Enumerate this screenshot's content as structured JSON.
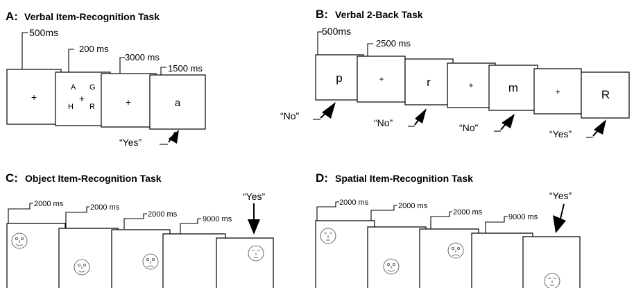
{
  "panels": {
    "a": {
      "letter": "A:",
      "title": "Verbal Item-Recognition Task",
      "timings": [
        "500ms",
        "200  ms",
        "3000  ms",
        "1500  ms"
      ],
      "fixation": "+",
      "letters": [
        "A",
        "G",
        "H",
        "R"
      ],
      "probe": "a",
      "response": "“Yes”"
    },
    "b": {
      "letter": "B:",
      "title": "Verbal 2-Back Task",
      "timings": [
        "500ms",
        "2500  ms"
      ],
      "stimuli": [
        "p",
        "+",
        "r",
        "+",
        "m",
        "+",
        "R"
      ],
      "responses": [
        "“No”",
        "“No”",
        "“No”",
        "“Yes”"
      ]
    },
    "c": {
      "letter": "C:",
      "title": "Object Item-Recognition Task",
      "timings": [
        "2000 ms",
        "2000 ms",
        "2000 ms",
        "9000 ms"
      ],
      "response": "“Yes”"
    },
    "d": {
      "letter": "D:",
      "title": "Spatial Item-Recognition Task",
      "timings": [
        "2000 ms",
        "2000 ms",
        "2000 ms",
        "9000 ms"
      ],
      "response": "“Yes”"
    }
  }
}
